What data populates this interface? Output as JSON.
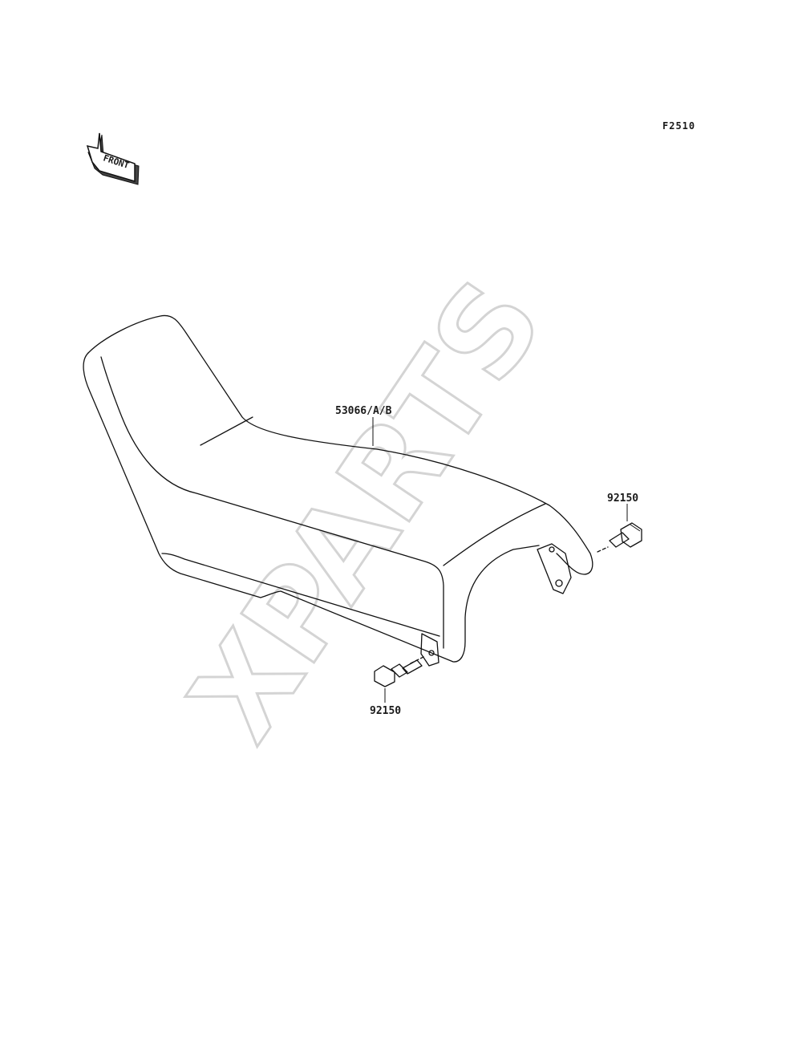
{
  "figure_code": "F2510",
  "front_arrow": {
    "text": "FRONT",
    "icon": "front-arrow-icon"
  },
  "parts": [
    {
      "part_number": "53066/A/B",
      "name": "seat"
    },
    {
      "part_number": "92150",
      "name": "bolt-right"
    },
    {
      "part_number": "92150",
      "name": "bolt-left"
    }
  ],
  "watermark": {
    "text": "XPARTS",
    "color": "#d9d9d9"
  },
  "colors": {
    "line": "#111111",
    "background": "#ffffff"
  }
}
